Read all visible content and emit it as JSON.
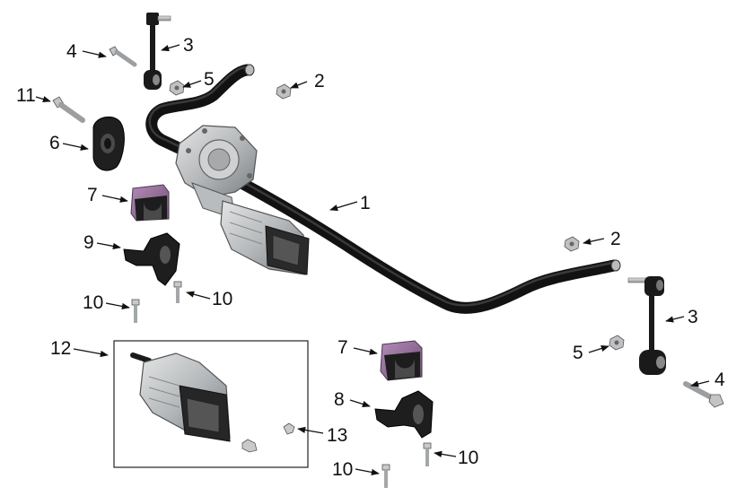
{
  "diagram": {
    "colors": {
      "bar": "#121212",
      "metal_light": "#c9cbcc",
      "metal_mid": "#9a9da0",
      "metal_dark": "#5c6064",
      "rubber": "#1c1c1c",
      "bushing": "#8f6a95",
      "bushing_light": "#b18bb6",
      "arrow": "#111111",
      "box_stroke": "#222222"
    },
    "callouts": {
      "c1": "1",
      "c2a": "2",
      "c2b": "2",
      "c3a": "3",
      "c3b": "3",
      "c4a": "4",
      "c4b": "4",
      "c5a": "5",
      "c5b": "5",
      "c6": "6",
      "c7a": "7",
      "c7b": "7",
      "c8": "8",
      "c9": "9",
      "c10a": "10",
      "c10b": "10",
      "c10c": "10",
      "c10d": "10",
      "c11": "11",
      "c12": "12",
      "c13": "13"
    },
    "icons": {
      "stabilizer_bar": "stabilizer-bar-icon",
      "actuator": "disconnect-actuator-icon",
      "end_link": "end-link-icon",
      "bolt": "bolt-icon",
      "nut": "nut-icon",
      "bushing": "bushing-icon",
      "bracket": "bushing-bracket-icon",
      "isolator": "isolator-icon",
      "motor_module": "motor-module-icon"
    }
  }
}
